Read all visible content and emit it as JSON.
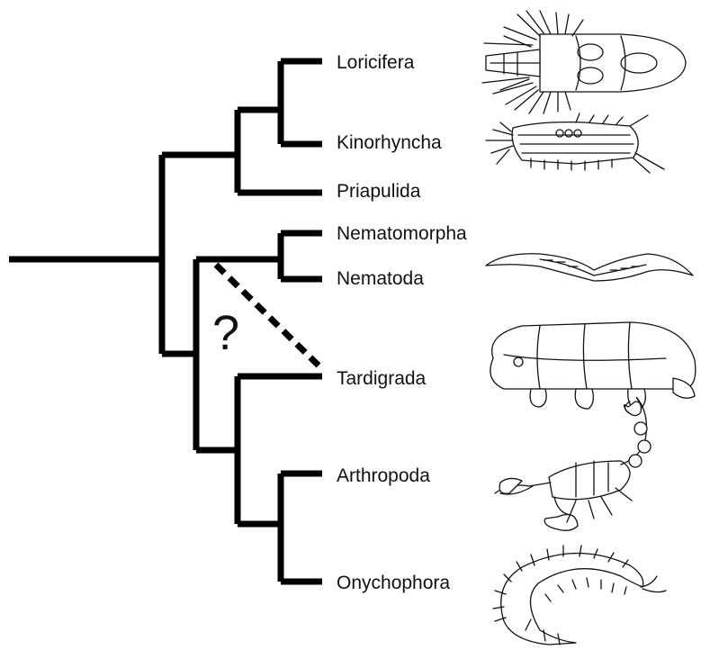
{
  "tree": {
    "taxa": [
      {
        "id": "loricifera",
        "label": "Loricifera",
        "illustration": "loricifera-drawing"
      },
      {
        "id": "kinorhyncha",
        "label": "Kinorhyncha",
        "illustration": "kinorhyncha-drawing"
      },
      {
        "id": "priapulida",
        "label": "Priapulida",
        "illustration": ""
      },
      {
        "id": "nematomorpha",
        "label": "Nematomorpha",
        "illustration": ""
      },
      {
        "id": "nematoda",
        "label": "Nematoda",
        "illustration": "nematode-drawing"
      },
      {
        "id": "tardigrada",
        "label": "Tardigrada",
        "illustration": "tardigrade-drawing"
      },
      {
        "id": "arthropoda",
        "label": "Arthropoda",
        "illustration": "scorpion-drawing"
      },
      {
        "id": "onychophora",
        "label": "Onychophora",
        "illustration": "velvet-worm-drawing"
      }
    ],
    "uncertain_link": {
      "from": "nematoida",
      "to": "tardigrada",
      "style": "dashed",
      "label": "?"
    }
  },
  "colors": {
    "line": "#000000",
    "text": "#111111",
    "background": "#ffffff"
  }
}
